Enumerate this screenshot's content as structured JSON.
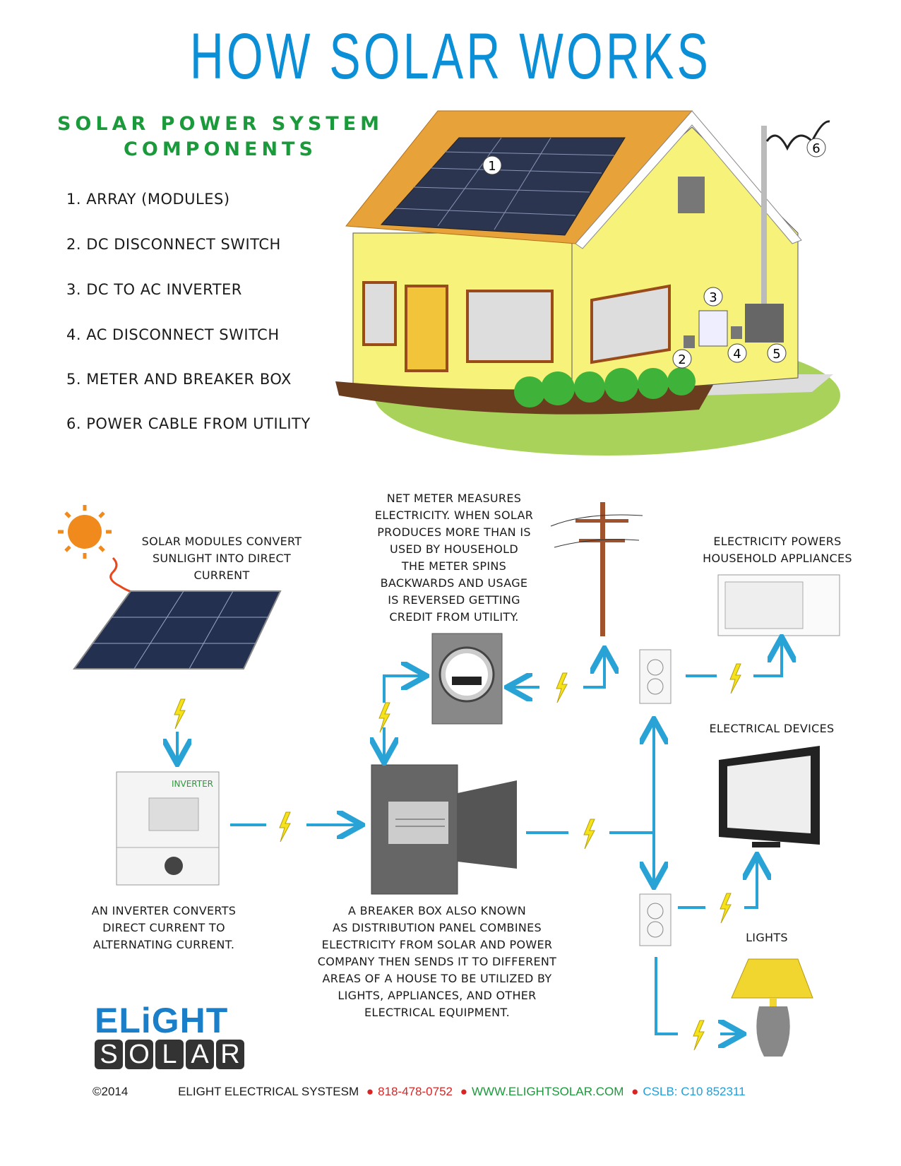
{
  "title": "HOW SOLAR WORKS",
  "components": {
    "heading_line1": "SOLAR POWER SYSTEM",
    "heading_line2": "COMPONENTS",
    "items": [
      "1. ARRAY (MODULES)",
      "2. DC DISCONNECT SWITCH",
      "3. DC TO AC INVERTER",
      "4. AC DISCONNECT SWITCH",
      "5. METER AND BREAKER BOX",
      "6. POWER CABLE FROM UTILITY"
    ]
  },
  "house_callouts": [
    "1",
    "2",
    "3",
    "4",
    "5",
    "6"
  ],
  "captions": {
    "solar_modules": "SOLAR MODULES CONVERT\nSUNLIGHT INTO DIRECT\nCURRENT",
    "net_meter": "NET METER MEASURES\nELECTRICITY.  WHEN SOLAR\nPRODUCES MORE THAN IS\nUSED BY HOUSEHOLD\nTHE METER SPINS\nBACKWARDS AND USAGE\nIS REVERSED GETTING\nCREDIT FROM UTILITY.",
    "appliances": "ELECTRICITY POWERS\nHOUSEHOLD APPLIANCES",
    "devices": "ELECTRICAL DEVICES",
    "lights": "LIGHTS",
    "inverter": "AN INVERTER CONVERTS\nDIRECT CURRENT TO\nALTERNATING CURRENT.",
    "breaker": "A BREAKER BOX ALSO KNOWN\nAS DISTRIBUTION PANEL COMBINES\nELECTRICITY FROM SOLAR AND POWER\nCOMPANY THEN SENDS IT TO DIFFERENT\nAREAS OF A HOUSE TO BE UTILIZED BY\nLIGHTS, APPLIANCES, AND OTHER\nELECTRICAL EQUIPMENT."
  },
  "inverter_label": "INVERTER",
  "logo": {
    "line1": "ELiGHT",
    "line2": [
      "S",
      "O",
      "L",
      "A",
      "R"
    ]
  },
  "footer": {
    "copyright": "©2014",
    "company": "ELIGHT ELECTRICAL SYSTESM",
    "phone": "818-478-0752",
    "website": "WWW.ELIGHTSOLAR.COM",
    "license": "CSLB: C10 852311"
  },
  "colors": {
    "title": "#0b8fd6",
    "heading": "#1a9a3a",
    "arrow": "#29a3d6",
    "bolt": "#f5e21a",
    "phone": "#d92525",
    "website": "#1a9a3a",
    "license": "#1f9fd8"
  }
}
